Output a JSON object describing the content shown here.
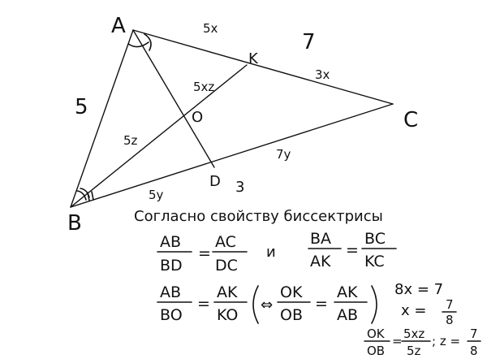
{
  "diagram": {
    "vertices": {
      "A": "A",
      "B": "B",
      "C": "C",
      "K": "K",
      "D": "D",
      "O": "O"
    },
    "side_labels": {
      "ab": "5",
      "ak": "5x",
      "kc": "3x",
      "ac": "7",
      "bd": "5y",
      "dc": "7y",
      "bc": "3",
      "bo": "5z",
      "ok": "5xz"
    }
  },
  "text": {
    "heading": "Согласно свойству биссектрисы",
    "eq1_num1": "AB",
    "eq1_den1": "BD",
    "eq1_num2": "AC",
    "eq1_den2": "DC",
    "conj": "и",
    "eq2_num1": "BA",
    "eq2_den1": "AK",
    "eq2_num2": "BC",
    "eq2_den2": "KC",
    "eq3_num1": "AB",
    "eq3_den1": "BO",
    "eq3_num2": "AK",
    "eq3_den2": "KO",
    "implies": "⇔",
    "eq4_num1": "OK",
    "eq4_den1": "OB",
    "eq4_num2": "AK",
    "eq4_den2": "AB",
    "side_eq1": "8x = 7",
    "side_eq2_lhs": "x =",
    "side_eq2_num": "7",
    "side_eq2_den": "8",
    "final_num1": "OK",
    "final_den1": "OB",
    "final_num2": "5xz",
    "final_den2": "5z",
    "final_tail": "; z =",
    "final_num3": "7",
    "final_den3": "8"
  }
}
